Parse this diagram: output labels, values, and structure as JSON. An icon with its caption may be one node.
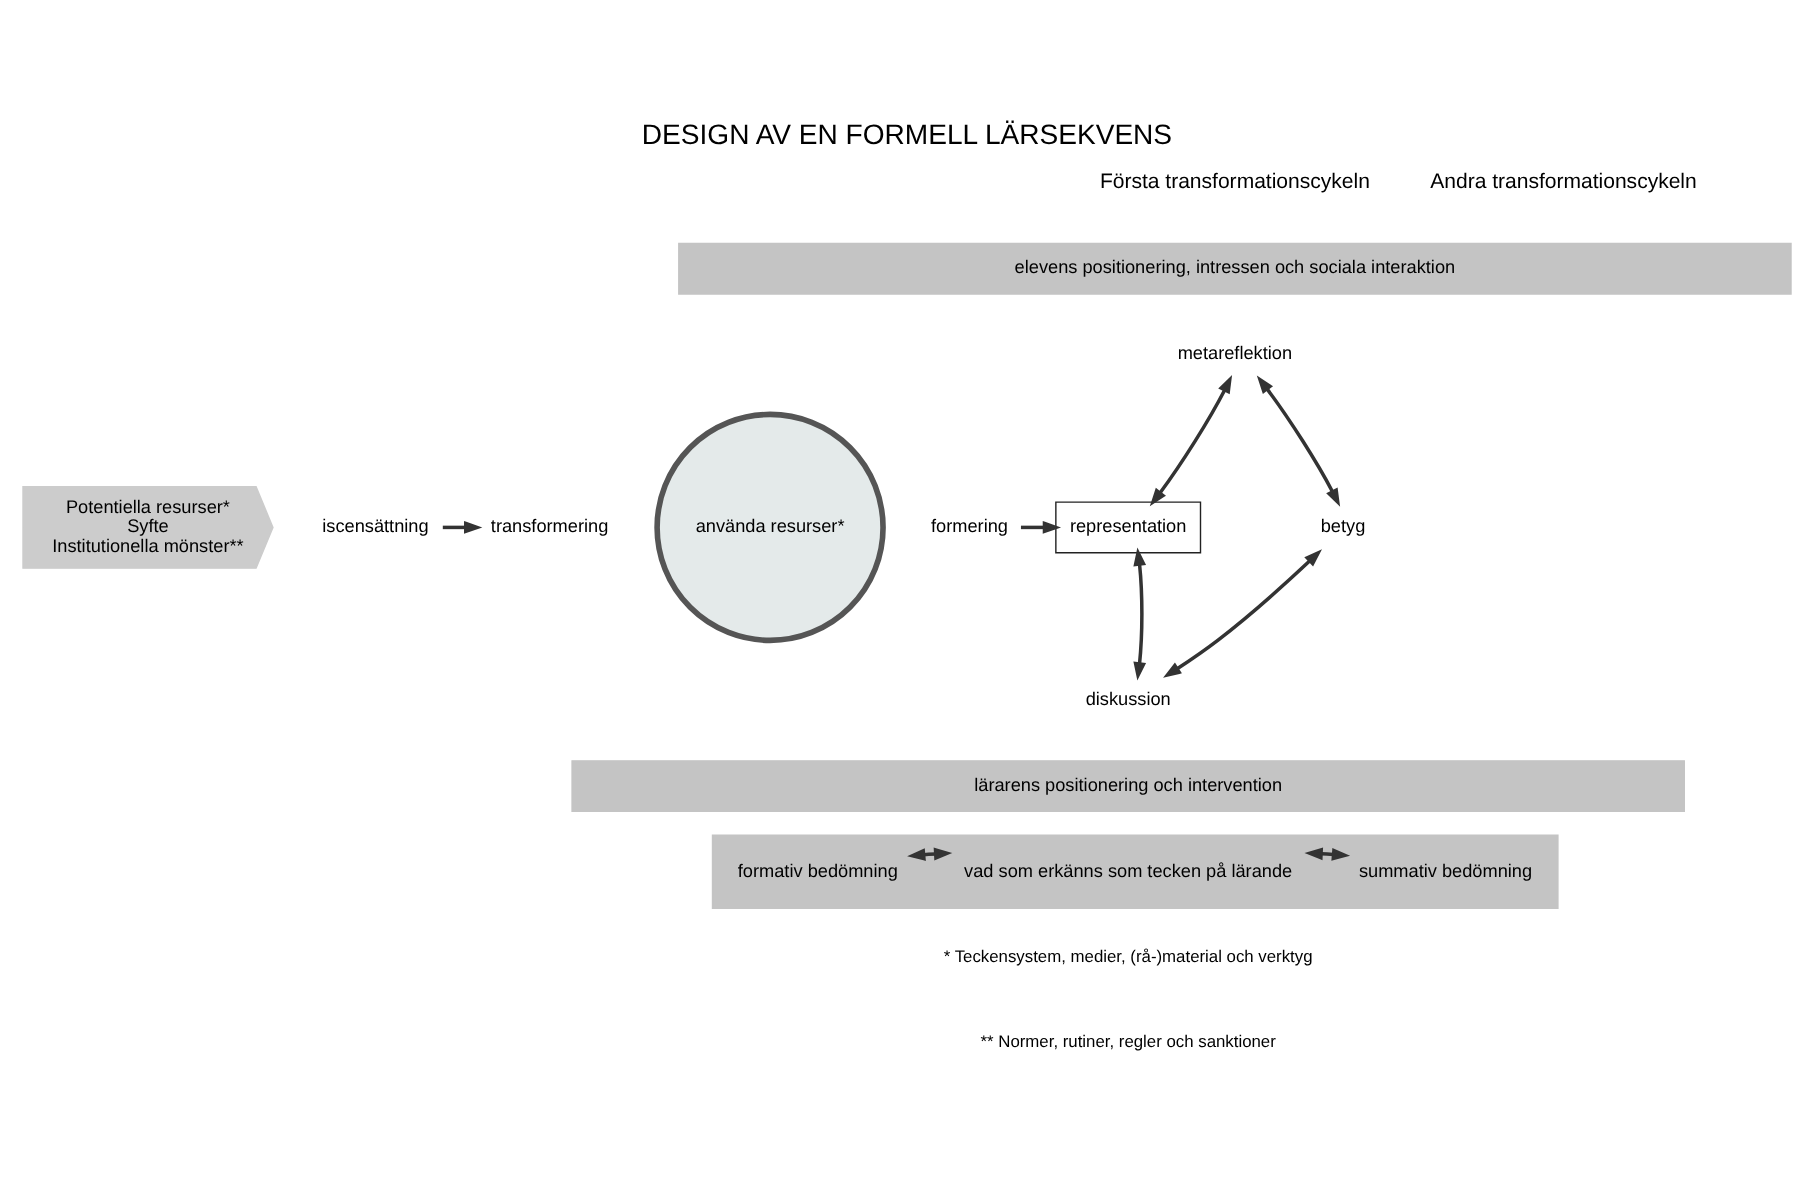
{
  "diagram": {
    "title": "DESIGN AV EN FORMELL LÄRSEKVENS",
    "nodes": [
      {
        "text": [
          "Potentiella resurser*",
          "Syfte",
          "Institutionella mönster**"
        ]
      },
      {
        "text": [
          "iscensättning"
        ]
      },
      {
        "text": [
          "transformering"
        ]
      },
      {
        "text": [
          "använda resurser*"
        ]
      },
      {
        "text": [
          "formering"
        ]
      },
      {
        "text": [
          "representation"
        ]
      },
      {
        "text": [
          "metareflektion"
        ]
      },
      {
        "text": [
          "betyg"
        ]
      },
      {
        "text": [
          "diskussion"
        ]
      },
      {
        "text": [
          "elevens positionering, intressen och sociala interaktion"
        ]
      },
      {
        "text": [
          "lärarens positionering och intervention"
        ]
      },
      {
        "text": [],
        "shape": "bar"
      },
      {
        "text": [
          "formativ bedömning"
        ],
        "in": 11
      },
      {
        "text": [
          "vad som erkänns som tecken på lärande"
        ],
        "in": 11
      },
      {
        "text": [
          "summativ bedömning"
        ],
        "in": 11
      }
    ],
    "edges": [
      {
        "from": 1,
        "to": 2,
        "arrow": "to"
      },
      {
        "from": 4,
        "to": 5,
        "arrow": "to"
      },
      {
        "from": 5,
        "to": 6,
        "arrow": "both"
      },
      {
        "from": 6,
        "to": 7,
        "arrow": "both"
      },
      {
        "from": 5,
        "to": 8,
        "arrow": "both"
      },
      {
        "from": 8,
        "to": 7,
        "arrow": "both"
      },
      {
        "from": 12,
        "to": 13,
        "arrow": "both"
      },
      {
        "from": 13,
        "to": 14,
        "arrow": "both"
      }
    ],
    "labels": [
      "Första transformationscykeln",
      "Andra transformationscykeln",
      "* Teckensystem, medier, (rå-)material och verktyg",
      "** Normer, rutiner, regler och sanktioner"
    ]
  }
}
